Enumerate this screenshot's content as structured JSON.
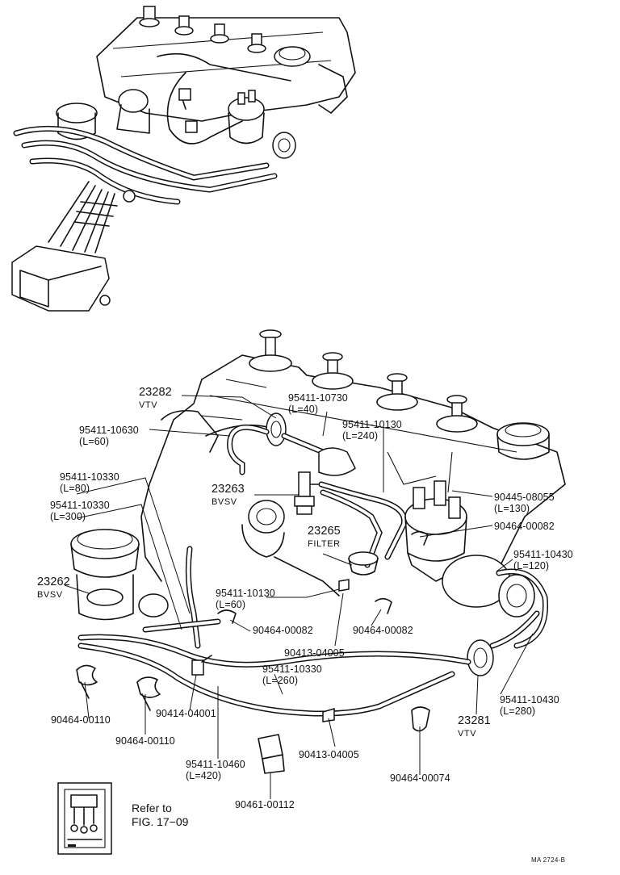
{
  "labels": {
    "vtv_23282": {
      "number": "23282",
      "name": "VTV"
    },
    "hose_10630": {
      "part": "95411-10630",
      "length": "(L=60)"
    },
    "hose_10730": {
      "part": "95411-10730",
      "length": "(L=40)"
    },
    "hose_10130_top": {
      "part": "95411-10130",
      "length": "(L=240)"
    },
    "hose_10330_80": {
      "part": "95411-10330",
      "length": "(L=80)"
    },
    "bvsv_23263": {
      "number": "23263",
      "name": "BVSV"
    },
    "hose_10330_300": {
      "part": "95411-10330",
      "length": "(L=300)"
    },
    "clip_08055": {
      "part": "90445-08055",
      "length": "(L=130)"
    },
    "clip_00082_right": {
      "part": "90464-00082"
    },
    "filter_23265": {
      "number": "23265",
      "name": "FILTER"
    },
    "hose_10430_120": {
      "part": "95411-10430",
      "length": "(L=120)"
    },
    "bvsv_23262": {
      "number": "23262",
      "name": "BVSV"
    },
    "hose_10130_60": {
      "part": "95411-10130",
      "length": "(L=60)"
    },
    "clip_00082_mid": {
      "part": "90464-00082"
    },
    "clip_00082_low": {
      "part": "90464-00082"
    },
    "tee_04005_a": {
      "part": "90413-04005"
    },
    "hose_10330_260": {
      "part": "95411-10330",
      "length": "(L=260)"
    },
    "clip_00110_a": {
      "part": "90464-00110"
    },
    "clip_00110_b": {
      "part": "90464-00110"
    },
    "union_04001": {
      "part": "90414-04001"
    },
    "hose_10430_280": {
      "part": "95411-10430",
      "length": "(L=280)"
    },
    "vtv_23281": {
      "number": "23281",
      "name": "VTV"
    },
    "tee_04005_b": {
      "part": "90413-04005"
    },
    "hose_10460": {
      "part": "95411-10460",
      "length": "(L=420)"
    },
    "clip_00074": {
      "part": "90464-00074"
    },
    "clip_00112": {
      "part": "90461-00112"
    }
  },
  "reference": {
    "line1": "Refer to",
    "line2": "FIG. 17−09"
  },
  "drawing_code": "MA 2724-B"
}
